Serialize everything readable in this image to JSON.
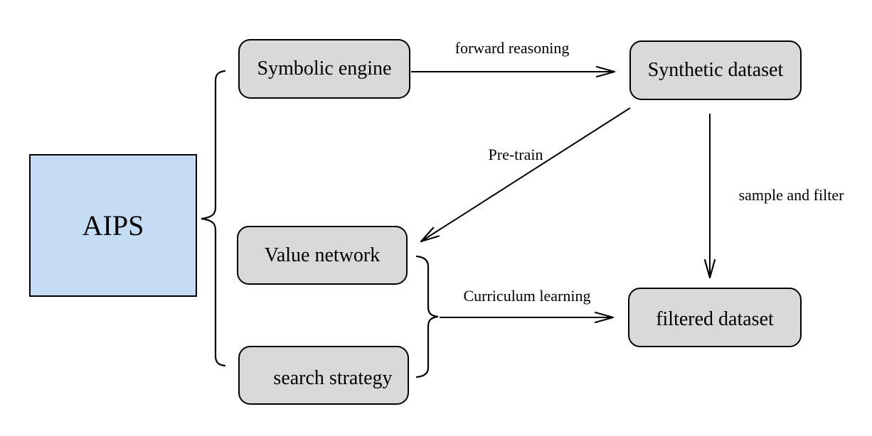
{
  "diagram": {
    "background": "#ffffff",
    "nodes": [
      {
        "id": "aips",
        "label": "AIPS",
        "fill": "#c5ddf4",
        "shape": "rectangle"
      },
      {
        "id": "symbolic-engine",
        "label": "Symbolic engine",
        "fill": "#d9d9d9",
        "shape": "rounded-rectangle"
      },
      {
        "id": "synthetic-dataset",
        "label": "Synthetic dataset",
        "fill": "#d9d9d9",
        "shape": "rounded-rectangle"
      },
      {
        "id": "value-network",
        "label": "Value network",
        "fill": "#d9d9d9",
        "shape": "rounded-rectangle"
      },
      {
        "id": "search-strategy",
        "label": "search strategy",
        "fill": "#d9d9d9",
        "shape": "rounded-rectangle"
      },
      {
        "id": "filtered-dataset",
        "label": "filtered dataset",
        "fill": "#d9d9d9",
        "shape": "rounded-rectangle"
      }
    ],
    "edges": [
      {
        "id": "forward-reasoning",
        "from": "Symbolic engine",
        "to": "Synthetic dataset",
        "label": "forward reasoning"
      },
      {
        "id": "pre-train",
        "from": "Synthetic dataset",
        "to": "Value network",
        "label": "Pre-train"
      },
      {
        "id": "sample-and-filter",
        "from": "Synthetic dataset",
        "to": "filtered dataset",
        "label": "sample and filter"
      },
      {
        "id": "curriculum-learning",
        "from": "Value network + search strategy",
        "to": "filtered dataset",
        "label": "Curriculum learning"
      }
    ],
    "groups": [
      {
        "id": "aips-brace",
        "brace": "left-curly",
        "parent": "AIPS",
        "children": [
          "Symbolic engine",
          "Value network",
          "search strategy"
        ]
      },
      {
        "id": "training-brace",
        "brace": "right-curly",
        "children": [
          "Value network",
          "search strategy"
        ]
      }
    ],
    "colors": {
      "stroke": "#000000",
      "aips_fill": "#c5ddf4",
      "node_fill": "#d9d9d9"
    }
  }
}
